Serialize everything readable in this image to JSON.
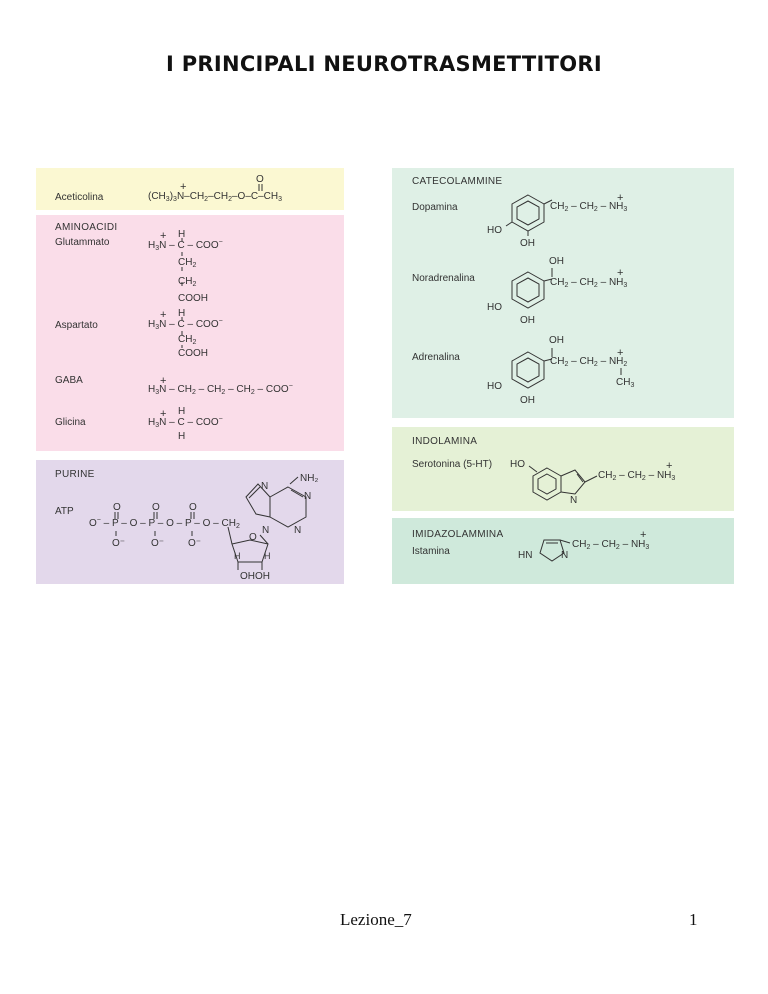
{
  "title": "I PRINCIPALI NEUROTRASMETTITORI",
  "colors": {
    "acetylcholine_panel": "#fbf8d2",
    "aminoacid_panel": "#fadde9",
    "purine_panel": "#e3d8eb",
    "catecholamine_panel": "#dff0e6",
    "indolamine_panel": "#e5f1d6",
    "imidazolamine_panel": "#cfe9db"
  },
  "left": {
    "acetylcholine": {
      "name": "Aceticolina",
      "formula": "(CH3)3N–CH2–CH2–O–C–CH3",
      "carbonyl_o": "O"
    },
    "aminoacids": {
      "header": "AMINOACIDI",
      "glutamate": {
        "name": "Glutammato",
        "formula": "H3N – C – COO−",
        "h": "H",
        "chain": [
          "CH2",
          "CH2",
          "COOH"
        ]
      },
      "aspartate": {
        "name": "Aspartato",
        "formula": "H3N – C – COO−",
        "h": "H",
        "chain": [
          "CH2",
          "COOH"
        ]
      },
      "gaba": {
        "name": "GABA",
        "formula": "H3N – CH2 – CH2 – CH2 – COO−"
      },
      "glycine": {
        "name": "Glicina",
        "formula": "H3N – C – COO−",
        "h_top": "H",
        "h_bottom": "H"
      }
    },
    "purines": {
      "header": "PURINE",
      "atp": {
        "name": "ATP",
        "chain": "O− – P – O – P – O – P – O – CH2",
        "nh2": "NH2",
        "sugar": "OHOH"
      }
    }
  },
  "right": {
    "catecholamines": {
      "header": "CATECOLAMMINE",
      "dopamine": {
        "name": "Dopamina",
        "side_chain": "CH2 – CH2 – NH3",
        "ho": "HO",
        "oh": "OH"
      },
      "noradrenaline": {
        "name": "Noradrenalina",
        "side_chain": "CH2 – CH2 – NH3",
        "ho": "HO",
        "oh": "OH",
        "oh_top": "OH"
      },
      "adrenaline": {
        "name": "Adrenalina",
        "side_chain": "CH2 – CH2 – NH2",
        "methyl": "CH3",
        "ho": "HO",
        "oh": "OH",
        "oh_top": "OH"
      }
    },
    "indolamine": {
      "header": "INDOLAMINA",
      "serotonin": {
        "name": "Serotonina (5-HT)",
        "ho": "HO",
        "side_chain": "CH2 – CH2 – NH3",
        "n": "N"
      }
    },
    "imidazolamine": {
      "header": "IMIDAZOLAMMINA",
      "histamine": {
        "name": "Istamina",
        "side_chain": "CH2 – CH2 – NH3",
        "hn": "HN",
        "n": "N"
      }
    }
  },
  "footer": {
    "lesson": "Lezione_7",
    "page": "1"
  }
}
